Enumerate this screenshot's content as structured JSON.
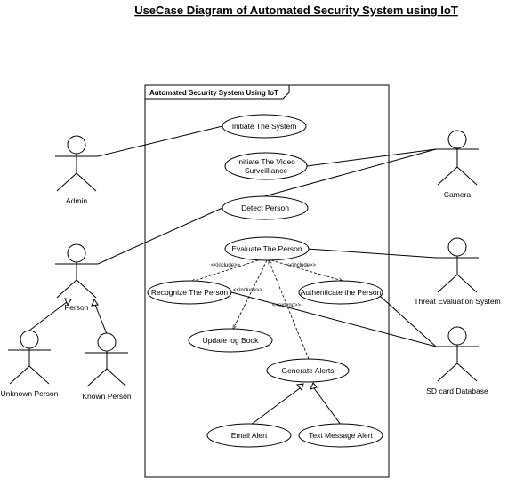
{
  "title": "UseCase Diagram of Automated Security System using IoT",
  "system_boundary": "Automated Security System Using IoT",
  "actors": {
    "admin": "Admin",
    "person": "Person",
    "unknown": "Unknown Person",
    "known": "Known Person",
    "camera": "Camera",
    "threat": "Threat Evaluation System",
    "sdcard": "SD card Database"
  },
  "use_cases": {
    "initiate": "Initiate The System",
    "video_1": "Initiate The Video",
    "video_2": "Surveilliance",
    "detect": "Detect Person",
    "evaluate": "Evaluate The Person",
    "recognize": "Recognize The Person",
    "authenticate": "Authenticate the Person",
    "logbook": "Update log Book",
    "alerts": "Generate Alerts",
    "email": "Email Alert",
    "sms": "Text Message Alert"
  },
  "stereotypes": {
    "include_left": "<<include>>",
    "include_right": "<<include>>",
    "include_log": "<<include>>",
    "extend": "<<extend>>"
  }
}
